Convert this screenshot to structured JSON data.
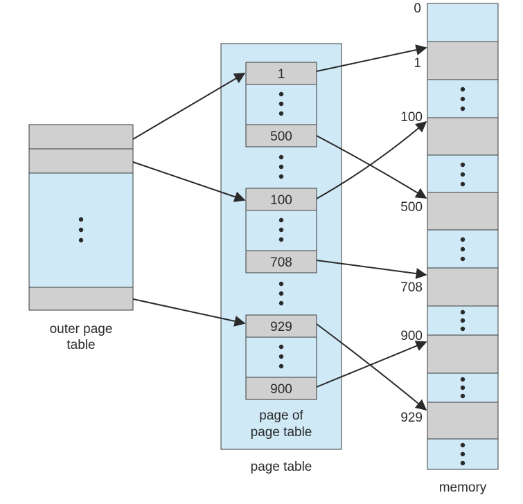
{
  "colors": {
    "light_blue": "#cfe9f7",
    "gray": "#d0d0d0",
    "stroke": "#3a3a3a",
    "arrow": "#2a2a2a"
  },
  "outer_page_table": {
    "label_line1": "outer page",
    "label_line2": "table"
  },
  "page_table": {
    "label": "page table",
    "inner_label_line1": "page of",
    "inner_label_line2": "page table",
    "entries": {
      "e1": "1",
      "e500": "500",
      "e100": "100",
      "e708": "708",
      "e929": "929",
      "e900": "900"
    }
  },
  "memory": {
    "label": "memory",
    "addresses": {
      "a0": "0",
      "a1": "1",
      "a100": "100",
      "a500": "500",
      "a708": "708",
      "a900": "900",
      "a929": "929"
    }
  }
}
